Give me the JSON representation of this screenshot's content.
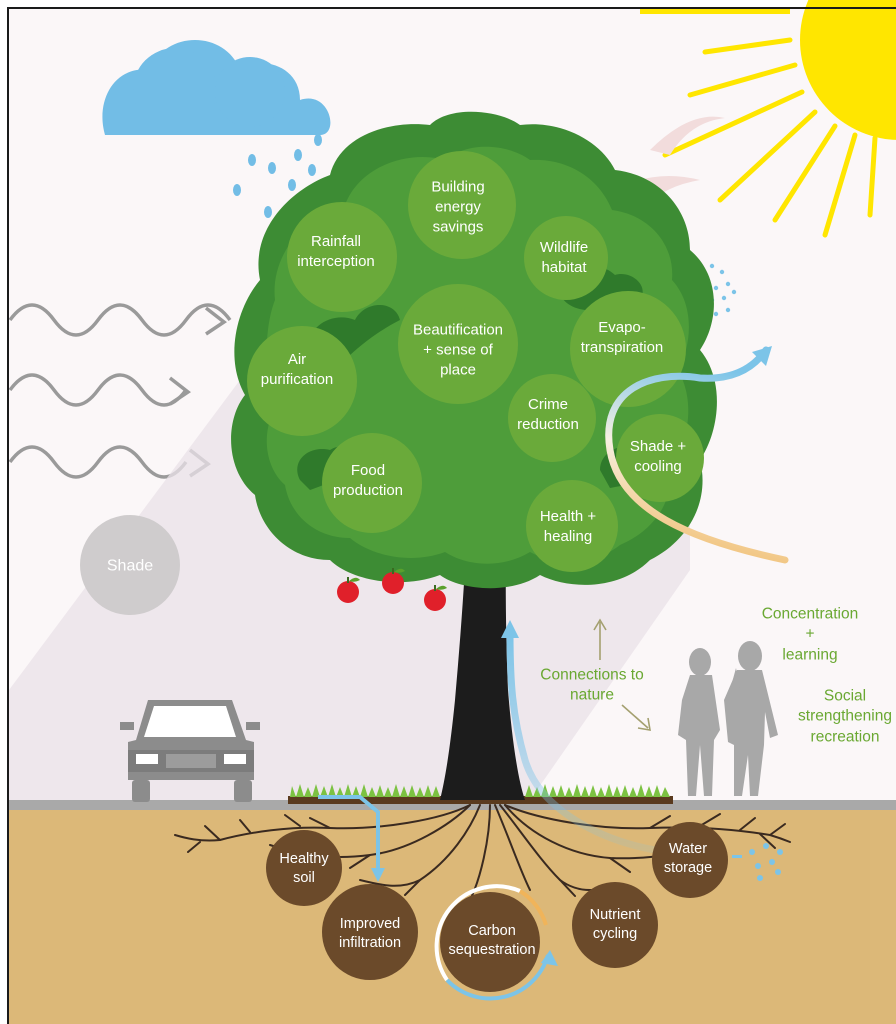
{
  "benefits": {
    "rainfall_interception": "Rainfall\ninterception",
    "building_energy_savings": "Building\nenergy\nsavings",
    "wildlife_habitat": "Wildlife\nhabitat",
    "air_purification": "Air\npurification",
    "beautification": "Beautification\n+ sense of\nplace",
    "evapotranspiration": "Evapo-\ntranspiration",
    "crime_reduction": "Crime\nreduction",
    "shade_cooling": "Shade +\ncooling",
    "food_production": "Food\nproduction",
    "health_healing": "Health +\nhealing"
  },
  "ground": {
    "shade": "Shade",
    "connections_to_nature": "Connections to\nnature",
    "concentration_learning": "Concentration +\nlearning",
    "social_strengthening": "Social\nstrengthening\nrecreation"
  },
  "roots": {
    "healthy_soil": "Healthy\nsoil",
    "improved_infiltration": "Improved\ninfiltration",
    "carbon_sequestration": "Carbon\nsequestration",
    "nutrient_cycling": "Nutrient\ncycling",
    "water_storage": "Water\nstorage"
  },
  "colors": {
    "leaf_circle": "#6aaa3a",
    "canopy_dark": "#3d8c34",
    "canopy_mid": "#4e9d3a",
    "trunk": "#1c1c1c",
    "soil": "#dcb878",
    "root_circle": "#6b4a2a",
    "sun": "#ffe600",
    "cloud": "#72bde6",
    "water_arrow": "#7cc4e8",
    "heat_arrow": "#f0b45a",
    "green_text": "#6aa832",
    "grass": "#7cc242",
    "fruit": "#e0202a",
    "silhouette": "#a8a8a8"
  },
  "icons": {
    "cloud": "rain-cloud-icon",
    "sun": "sun-icon",
    "birds": "birds-icon",
    "car": "car-icon",
    "people": "people-walking-icon",
    "wind": "wind-waves-icon"
  }
}
